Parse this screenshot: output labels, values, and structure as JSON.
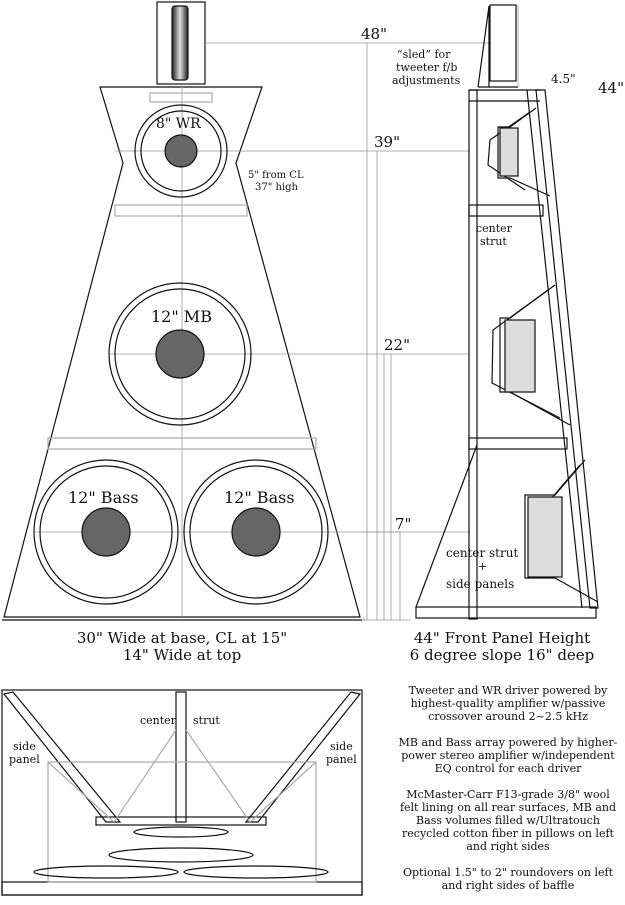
{
  "front": {
    "height_label": "48\"",
    "wr_label": "8\" WR",
    "cl_note_1": "5\" from CL",
    "cl_note_2": "37\" high",
    "height_39": "39\"",
    "mb_label": "12\" MB",
    "height_22": "22\"",
    "bass_left_label": "12\" Bass",
    "bass_right_label": "12\" Bass",
    "height_7": "7\"",
    "caption_line1": "30\" Wide at base, CL at 15\"",
    "caption_line2": "14\" Wide at top"
  },
  "side": {
    "sled_line1": "“sled” for",
    "sled_line2": "tweeter f/b",
    "sled_line3": "adjustments",
    "offset_label": "4.5\"",
    "height_label": "44\"",
    "center_strut_1": "center",
    "center_strut_2": "strut",
    "bottom_1": "center strut",
    "bottom_2": "+",
    "bottom_3": "side panels",
    "caption_line1": "44\" Front Panel Height",
    "caption_line2": "6 degree slope   16\" deep"
  },
  "top_view": {
    "center_label": "center",
    "strut_label": "strut",
    "left_side_1": "side",
    "left_side_2": "panel",
    "right_side_1": "side",
    "right_side_2": "panel"
  },
  "notes": [
    "Tweeter and WR driver powered by highest-quality amplifier w/passive crossover around 2~2.5 kHz",
    "MB and Bass array powered by higher-power stereo amplifier w/independent EQ control for each driver",
    "McMaster-Carr F13-grade 3/8\" wool felt lining on all rear surfaces, MB and Bass volumes filled w/Ultratouch recycled cotton fiber in pillows on left and right sides",
    "Optional 1.5\" to 2\" roundovers on left and right sides of baffle"
  ]
}
